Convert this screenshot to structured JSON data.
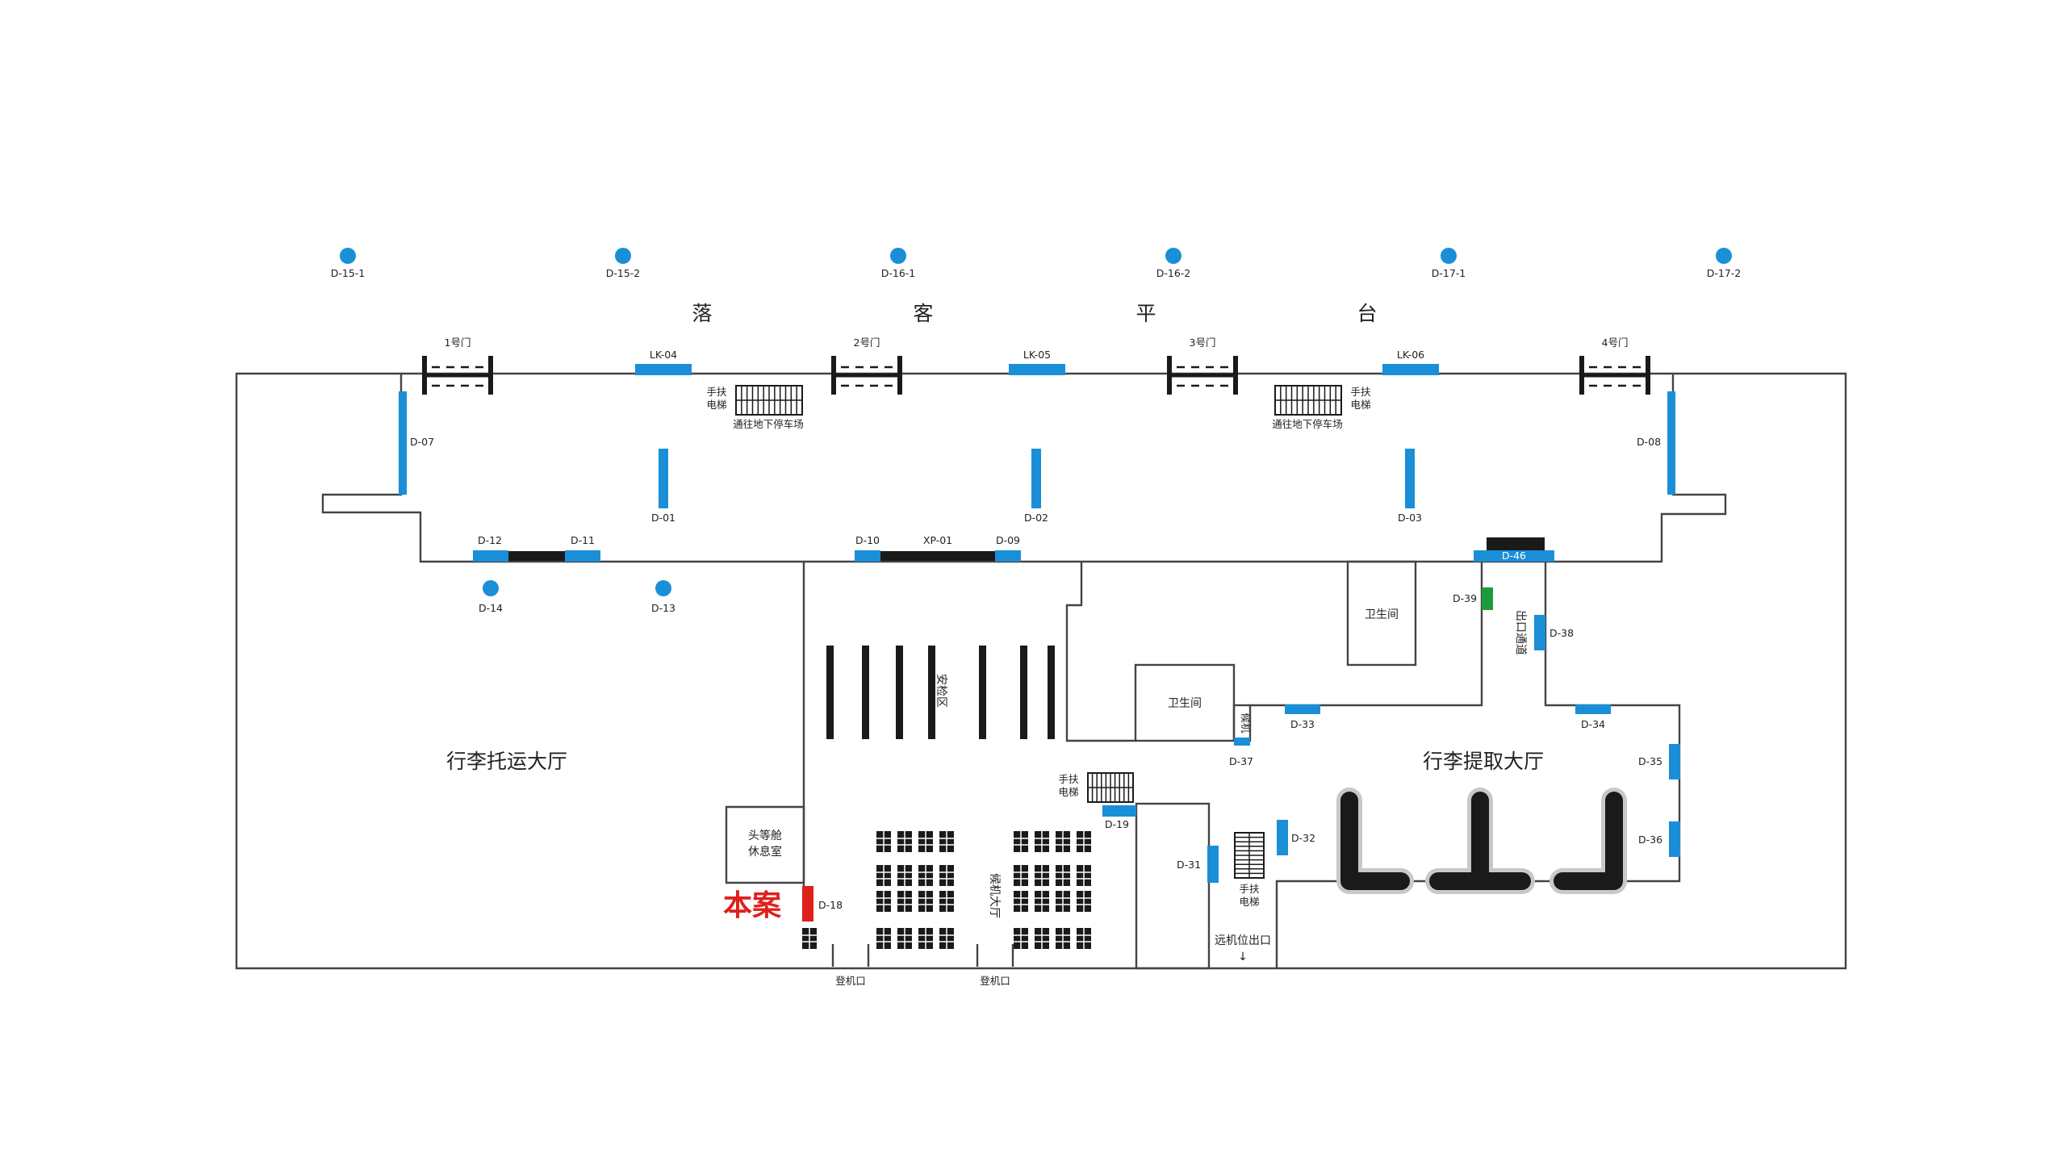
{
  "colors": {
    "ad_blue": "#1a8fd8",
    "highlight_red": "#e0201c",
    "marker_green": "#1a9a3a",
    "wall": "#444444",
    "dark": "#1a1a1a",
    "carousel_rim": "#c8c8c8"
  },
  "top_points": [
    "D-15-1",
    "D-15-2",
    "D-16-1",
    "D-16-2",
    "D-17-1",
    "D-17-2"
  ],
  "platform_chars": [
    "落",
    "客",
    "平",
    "台"
  ],
  "gates": [
    "1号门",
    "2号门",
    "3号门",
    "4号门"
  ],
  "entrance_panels": [
    "LK-04",
    "LK-05",
    "LK-06"
  ],
  "ad_vertical": {
    "d07": "D-07",
    "d08": "D-08",
    "d01": "D-01",
    "d02": "D-02",
    "d03": "D-03",
    "d38": "D-38",
    "d35": "D-35",
    "d36": "D-36",
    "d32": "D-32",
    "d31": "D-31",
    "d18": "D-18",
    "d37": "D-37"
  },
  "ad_horizontal": {
    "d12": "D-12",
    "d11": "D-11",
    "d10": "D-10",
    "xp01": "XP-01",
    "d09": "D-09",
    "d46": "D-46",
    "d33": "D-33",
    "d34": "D-34",
    "d19": "D-19"
  },
  "lower_points": [
    "D-14",
    "D-13"
  ],
  "d39": "D-39",
  "escalator_top": {
    "line1": "手扶",
    "line2": "电梯",
    "note": "通往地下停车场"
  },
  "escalator_mid": {
    "line1": "手扶",
    "line2": "电梯"
  },
  "escalator_low": {
    "line1": "手扶",
    "line2": "电梯"
  },
  "rooms": {
    "restroom_1": "卫生间",
    "restroom_2": "卫生间",
    "first_class_1": "头等舱",
    "first_class_2": "休息室",
    "security": "安检区",
    "waiting": "候机大厅",
    "exit_passage": "出口通道",
    "small_room": "候机"
  },
  "halls": {
    "checkin": "行李托运大厅",
    "baggage_claim": "行李提取大厅"
  },
  "highlight_label": "本案",
  "boarding": [
    "登机口",
    "登机口"
  ],
  "arrival_exit": "远机位出口",
  "arrival_arrow": "↓"
}
